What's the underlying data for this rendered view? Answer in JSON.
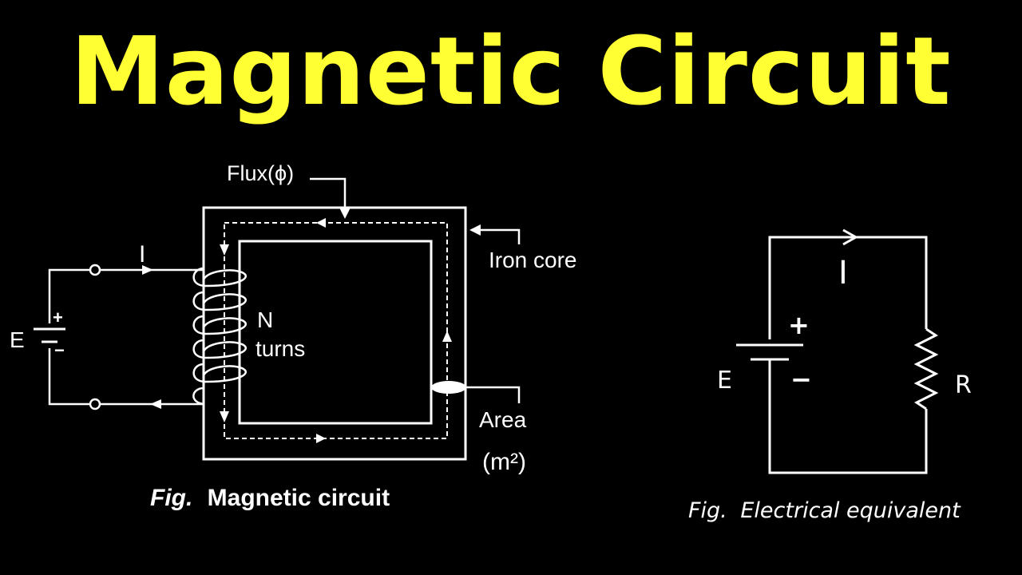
{
  "title": {
    "word1": "Magnetic",
    "word2": "Circuit"
  },
  "magnetic_circuit": {
    "flux_label": "Flux(ϕ)",
    "current_label": "I",
    "emf_label": "E",
    "plus_sign": "+",
    "minus_sign": "−",
    "turns_line1": "N",
    "turns_line2": "turns",
    "core_label": "Iron core",
    "area_label": "Area",
    "area_unit": "(m²)",
    "caption_italic": "Fig.",
    "caption_text": "Magnetic circuit"
  },
  "electrical_equivalent": {
    "current_label": "I",
    "emf_label": "E",
    "plus_sign": "+",
    "minus_sign": "−",
    "resistor_label": "R",
    "caption_italic": "Fig.",
    "caption_text": "Electrical equivalent"
  },
  "colors": {
    "background": "#000000",
    "title": "#ffff33",
    "lines": "#ffffff"
  }
}
